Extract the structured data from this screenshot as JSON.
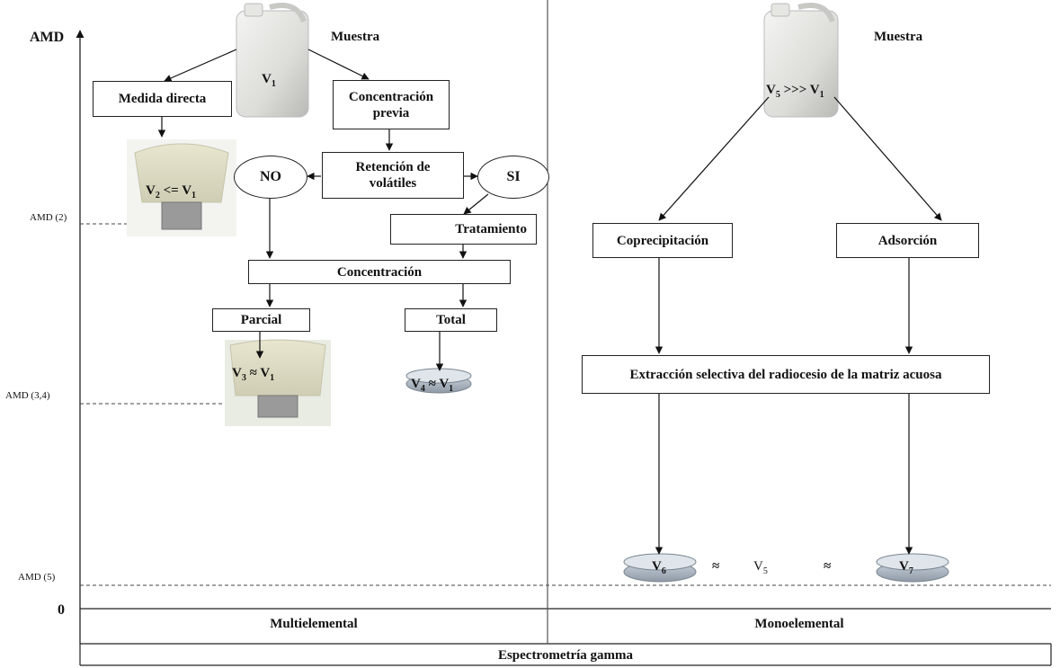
{
  "axis": {
    "title": "AMD",
    "zero": "0",
    "ticks": [
      "AMD (2)",
      "AMD (3,4)",
      "AMD (5)"
    ]
  },
  "left_panel": {
    "sample_label": "Muestra",
    "container_volume": "V",
    "container_volume_sub": "1",
    "medida_directa": "Medida directa",
    "concentracion_previa": "Concentración previa",
    "retencion": "Retención de volátiles",
    "no": "NO",
    "si": "SI",
    "tratamiento": "Tratamiento",
    "concentracion": "Concentración",
    "parcial": "Parcial",
    "total": "Total",
    "v2": {
      "v": "V",
      "sub": "2",
      "rel": "<=",
      "v_ref": "V",
      "ref_sub": "1"
    },
    "v3": {
      "v": "V",
      "sub": "3",
      "rel": "≈",
      "v_ref": "V",
      "ref_sub": "1"
    },
    "v4": {
      "v": "V",
      "sub": "4",
      "rel": "≈",
      "v_ref": "V",
      "ref_sub": "1"
    },
    "band": "Multielemental"
  },
  "right_panel": {
    "sample_label": "Muestra",
    "v5": {
      "v": "V",
      "sub": "5",
      "rel": ">>>",
      "v_ref": "V",
      "ref_sub": "1"
    },
    "coprecipitacion": "Coprecipitación",
    "adsorcion": "Adsorción",
    "extraccion": "Extracción selectiva del radiocesio de la matriz acuosa",
    "v6": {
      "v": "V",
      "sub": "6"
    },
    "approx1": "≈",
    "v5b": {
      "v": "V",
      "sub": "5"
    },
    "approx2": "≈",
    "v7": {
      "v": "V",
      "sub": "7"
    },
    "band": "Monoelemental"
  },
  "footer": "Espectrometría gamma"
}
